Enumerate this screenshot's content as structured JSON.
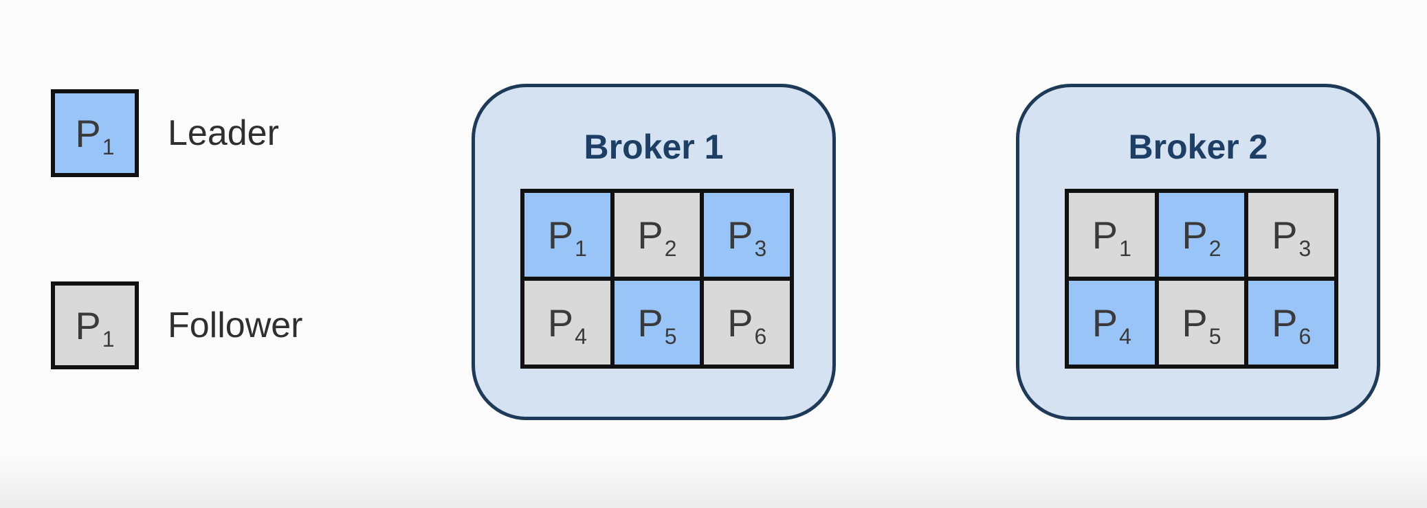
{
  "legend": {
    "leader": {
      "symbol": "P",
      "sub": "1",
      "label": "Leader"
    },
    "follower": {
      "symbol": "P",
      "sub": "1",
      "label": "Follower"
    }
  },
  "colors": {
    "leader": "#99c4f7",
    "follower": "#d9d9d9",
    "broker_fill": "#d4e2f1",
    "broker_border": "#1d3b59",
    "broker_title": "#1d3f66"
  },
  "brokers": [
    {
      "title": "Broker 1",
      "partitions": [
        {
          "symbol": "P",
          "sub": "1",
          "role": "leader"
        },
        {
          "symbol": "P",
          "sub": "2",
          "role": "follower"
        },
        {
          "symbol": "P",
          "sub": "3",
          "role": "leader"
        },
        {
          "symbol": "P",
          "sub": "4",
          "role": "follower"
        },
        {
          "symbol": "P",
          "sub": "5",
          "role": "leader"
        },
        {
          "symbol": "P",
          "sub": "6",
          "role": "follower"
        }
      ]
    },
    {
      "title": "Broker 2",
      "partitions": [
        {
          "symbol": "P",
          "sub": "1",
          "role": "follower"
        },
        {
          "symbol": "P",
          "sub": "2",
          "role": "leader"
        },
        {
          "symbol": "P",
          "sub": "3",
          "role": "follower"
        },
        {
          "symbol": "P",
          "sub": "4",
          "role": "leader"
        },
        {
          "symbol": "P",
          "sub": "5",
          "role": "follower"
        },
        {
          "symbol": "P",
          "sub": "6",
          "role": "leader"
        }
      ]
    }
  ]
}
